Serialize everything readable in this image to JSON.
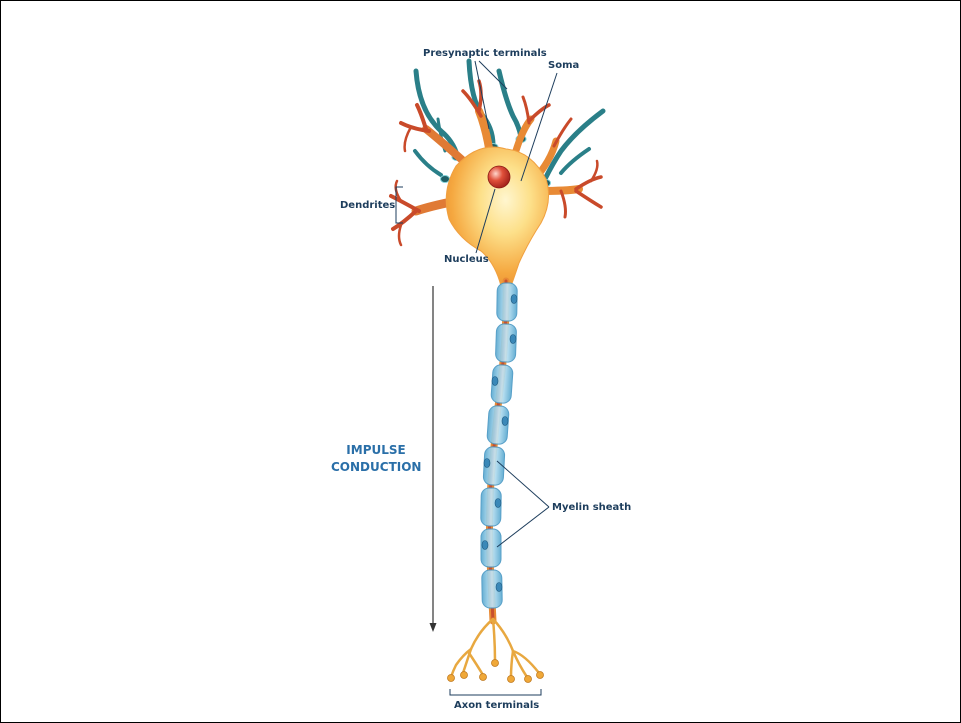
{
  "labels": {
    "presynaptic": "Presynaptic terminals",
    "soma": "Soma",
    "dendrites": "Dendrites",
    "nucleus": "Nucleus",
    "impulse_line1": "IMPULSE",
    "impulse_line2": "CONDUCTION",
    "myelin": "Myelin sheath",
    "axon_terminals": "Axon terminals"
  },
  "colors": {
    "label_text": "#1d3d5c",
    "impulse_text": "#2a6fa8",
    "soma_light": "#fde79a",
    "soma_dark": "#f29a35",
    "dendrite_dark": "#c2452a",
    "presynaptic_teal": "#2a7f88",
    "myelin_blue": "#8fcbe6",
    "axon_core": "#d8603a",
    "nucleus_red": "#d43a2a",
    "terminal_gold": "#e8a840"
  }
}
